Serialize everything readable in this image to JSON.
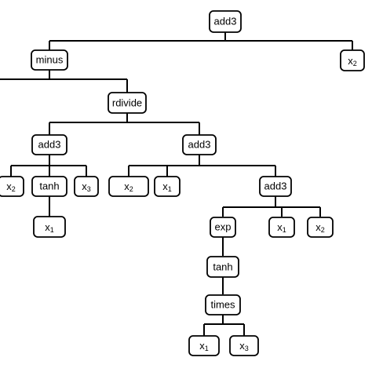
{
  "nodes": {
    "root": {
      "label": "add3"
    },
    "minus": {
      "label": "minus"
    },
    "x2_top": {
      "label": "x",
      "sub": "2"
    },
    "rdivide": {
      "label": "rdivide"
    },
    "add3_l": {
      "label": "add3"
    },
    "add3_r": {
      "label": "add3"
    },
    "x2_a": {
      "label": "x",
      "sub": "2"
    },
    "tanh_a": {
      "label": "tanh"
    },
    "x3_a": {
      "label": "x",
      "sub": "3"
    },
    "x1_a": {
      "label": "x",
      "sub": "1"
    },
    "x2_b": {
      "label": "x",
      "sub": "2"
    },
    "x1_b": {
      "label": "x",
      "sub": "1"
    },
    "add3_in": {
      "label": "add3"
    },
    "exp": {
      "label": "exp"
    },
    "x1_c": {
      "label": "x",
      "sub": "1"
    },
    "x2_c": {
      "label": "x",
      "sub": "2"
    },
    "tanh_b": {
      "label": "tanh"
    },
    "times": {
      "label": "times"
    },
    "x1_d": {
      "label": "x",
      "sub": "1"
    },
    "x3_d": {
      "label": "x",
      "sub": "3"
    }
  }
}
